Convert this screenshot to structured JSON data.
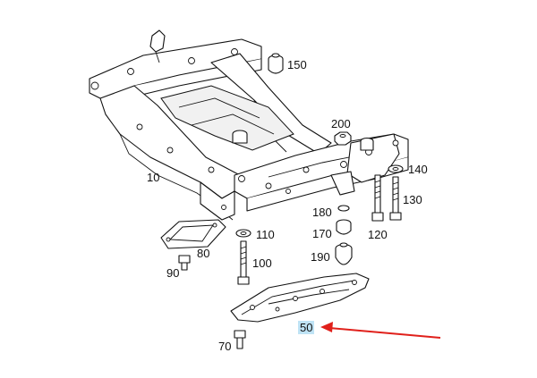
{
  "labels": {
    "l150": "150",
    "l200": "200",
    "l140": "140",
    "l10": "10",
    "l130": "130",
    "l180": "180",
    "l170": "170",
    "l120": "120",
    "l110": "110",
    "l80": "80",
    "l190": "190",
    "l100": "100",
    "l90": "90",
    "l50": "50",
    "l70": "70"
  },
  "highlighted_part": "50",
  "colors": {
    "line": "#111111",
    "highlight": "#bfe3f5",
    "arrow": "#e0201b"
  }
}
